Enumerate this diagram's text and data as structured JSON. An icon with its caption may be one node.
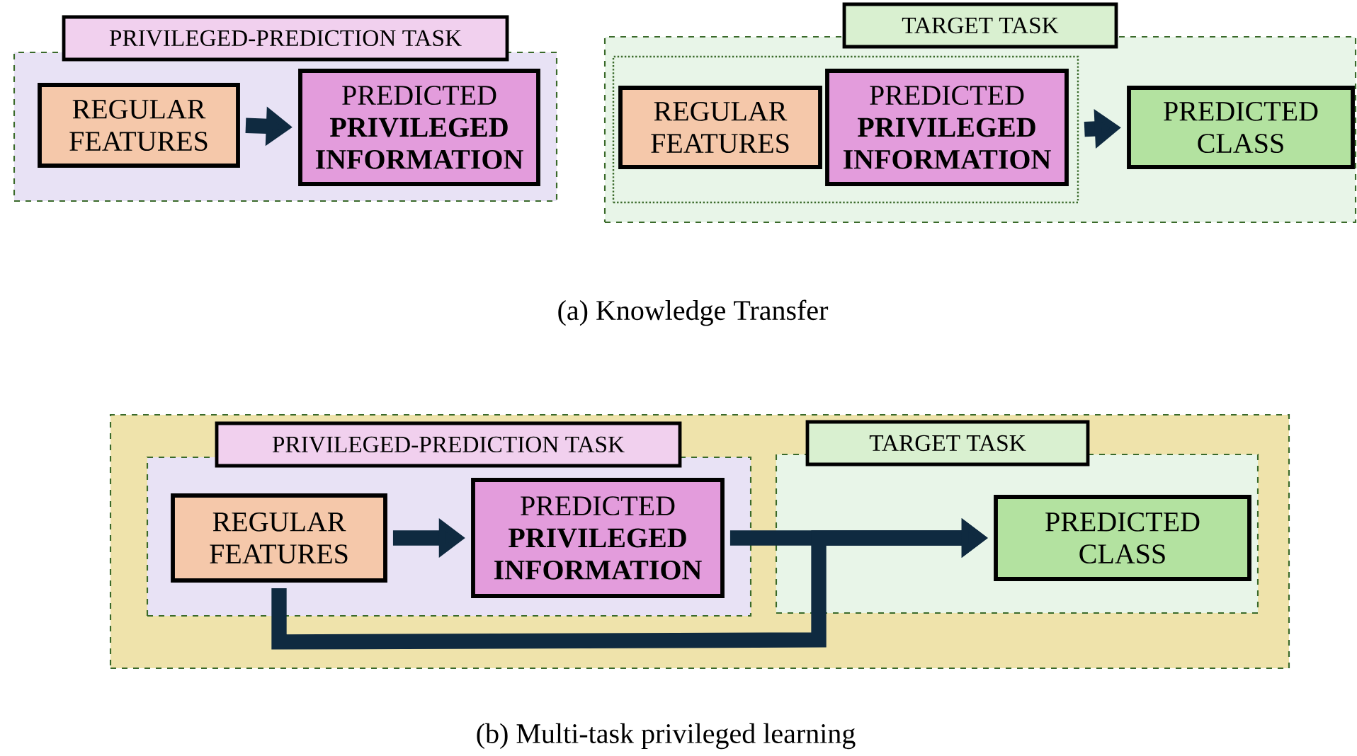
{
  "diagram": {
    "nodes": [
      {
        "text": [
          "PRIVILEGED-PREDICTION TASK"
        ]
      },
      {
        "text": [
          "REGULAR FEATURES"
        ],
        "in": 0
      },
      {
        "text": [
          "PREDICTED **PRIVILEGED INFORMATION**"
        ],
        "in": 0
      },
      {
        "text": [
          "TARGET TASK"
        ]
      },
      {
        "text": [],
        "shape": "box",
        "in": 3
      },
      {
        "text": [
          "REGULAR FEATURES"
        ],
        "in": 4
      },
      {
        "text": [
          "PREDICTED **PRIVILEGED INFORMATION**"
        ],
        "in": 4
      },
      {
        "text": [
          "PREDICTED CLASS"
        ],
        "in": 3
      },
      {
        "text": [],
        "shape": "box"
      },
      {
        "text": [
          "PRIVILEGED-PREDICTION TASK"
        ],
        "in": 8
      },
      {
        "text": [
          "REGULAR FEATURES"
        ],
        "in": 9
      },
      {
        "text": [
          "PREDICTED **PRIVILEGED INFORMATION**"
        ],
        "in": 9
      },
      {
        "text": [
          "TARGET TASK"
        ],
        "in": 8
      },
      {
        "text": [
          "PREDICTED CLASS"
        ],
        "in": 12
      }
    ],
    "edges": [
      {
        "from": 1,
        "to": 2,
        "arrow": "to"
      },
      {
        "from": 4,
        "to": 7,
        "arrow": "to"
      },
      {
        "from": 10,
        "to": 11,
        "arrow": "to"
      },
      {
        "from": 11,
        "to": 13,
        "arrow": "to"
      },
      {
        "from": 10,
        "to": 13,
        "arrow": "to"
      }
    ],
    "labels": [
      "(a) Knowledge Transfer",
      "(b) Multi-task privileged learning"
    ]
  }
}
